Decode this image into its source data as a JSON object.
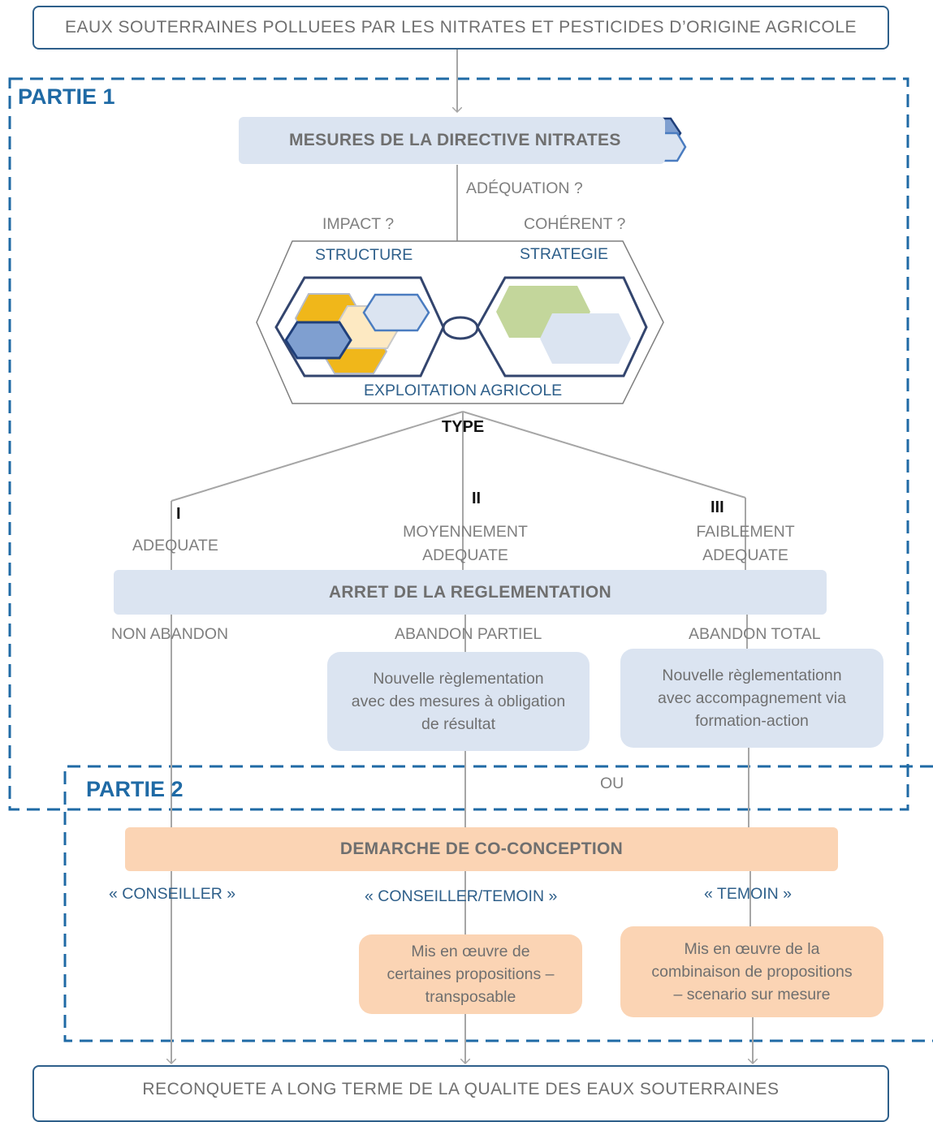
{
  "top_box": "EAUX SOUTERRAINES POLLUEES PAR LES NITRATES ET PESTICIDES D’ORIGINE AGRICOLE",
  "bottom_box": "RECONQUETE  A LONG TERME DE LA QUALITE DES EAUX SOUTERRAINES",
  "partie1": "PARTIE 1",
  "partie2": "PARTIE 2",
  "directive": "MESURES DE LA DIRECTIVE NITRATES",
  "adequation": "ADÉQUATION ?",
  "impact": "IMPACT ?",
  "coherent": "COHÉRENT ?",
  "structure": "STRUCTURE",
  "strategie": "STRATEGIE",
  "exploitation": "EXPLOITATION AGRICOLE",
  "type": "TYPE",
  "branches": [
    {
      "roman": "I",
      "label_lines": [
        "ADEQUATE"
      ],
      "outcome": "NON ABANDON",
      "role": "« CONSEILLER »"
    },
    {
      "roman": "II",
      "label_lines": [
        "MOYENNEMENT",
        "ADEQUATE"
      ],
      "outcome": "ABANDON PARTIEL",
      "role": "« CONSEILLER/TEMOIN »"
    },
    {
      "roman": "III",
      "label_lines": [
        "FAIBLEMENT",
        "ADEQUATE"
      ],
      "outcome": "ABANDON TOTAL",
      "role": "« TEMOIN »"
    }
  ],
  "arret": "ARRET DE LA REGLEMENTATION",
  "regl_partiel": [
    "Nouvelle règlementation",
    "avec des mesures à obligation",
    "de résultat"
  ],
  "regl_total": [
    "Nouvelle règlementationn",
    "avec accompagnement via",
    "formation-action"
  ],
  "ou": "OU",
  "demarche": "DEMARCHE  DE CO-CONCEPTION",
  "mise_partielle": [
    "Mis en œuvre de",
    "certaines propositions –",
    "transposable"
  ],
  "mise_totale": [
    "Mis en œuvre de la",
    "combinaison de propositions",
    "– scenario sur mesure"
  ],
  "colors": {
    "dark_blue": "#2e5f8a",
    "dash_blue": "#1f6aa5",
    "light_blue": "#dbe4f1",
    "orange": "#fbd4b4",
    "gray_line": "#a6a6a6",
    "yellow": "#f0b71a",
    "cream": "#fde9c2",
    "green": "#c3d69b",
    "mid_blue": "#7f9fd0"
  }
}
